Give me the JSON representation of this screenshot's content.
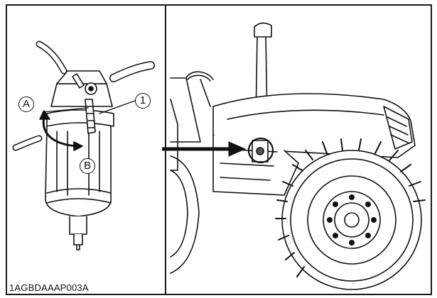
{
  "figure": {
    "callouts": {
      "a": "A",
      "b": "B",
      "one": "1"
    },
    "code": "1AGBDAAAP003A"
  },
  "icons": {
    "left": "fuel-filter-lever-icon",
    "right": "tractor-side-view-icon",
    "pointer": "arrow-right-icon"
  },
  "colors": {
    "line": "#111111",
    "background": "#ffffff",
    "shade": "#555555"
  }
}
